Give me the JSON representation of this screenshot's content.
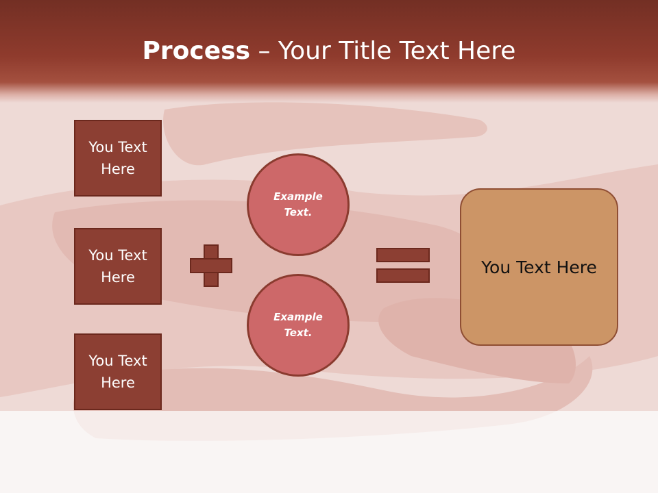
{
  "slide": {
    "title_bold": "Process",
    "title_rest": " – Your Title Text Here"
  },
  "boxes": [
    "You Text Here",
    "You Text Here",
    "You Text Here"
  ],
  "circles": [
    "Example Text.",
    "Example Text."
  ],
  "result": "You Text Here",
  "colors": {
    "header": "#8f3b2d",
    "box_fill": "#8c3f33",
    "circle_fill": "#cd6869",
    "result_fill": "#cc9566"
  }
}
